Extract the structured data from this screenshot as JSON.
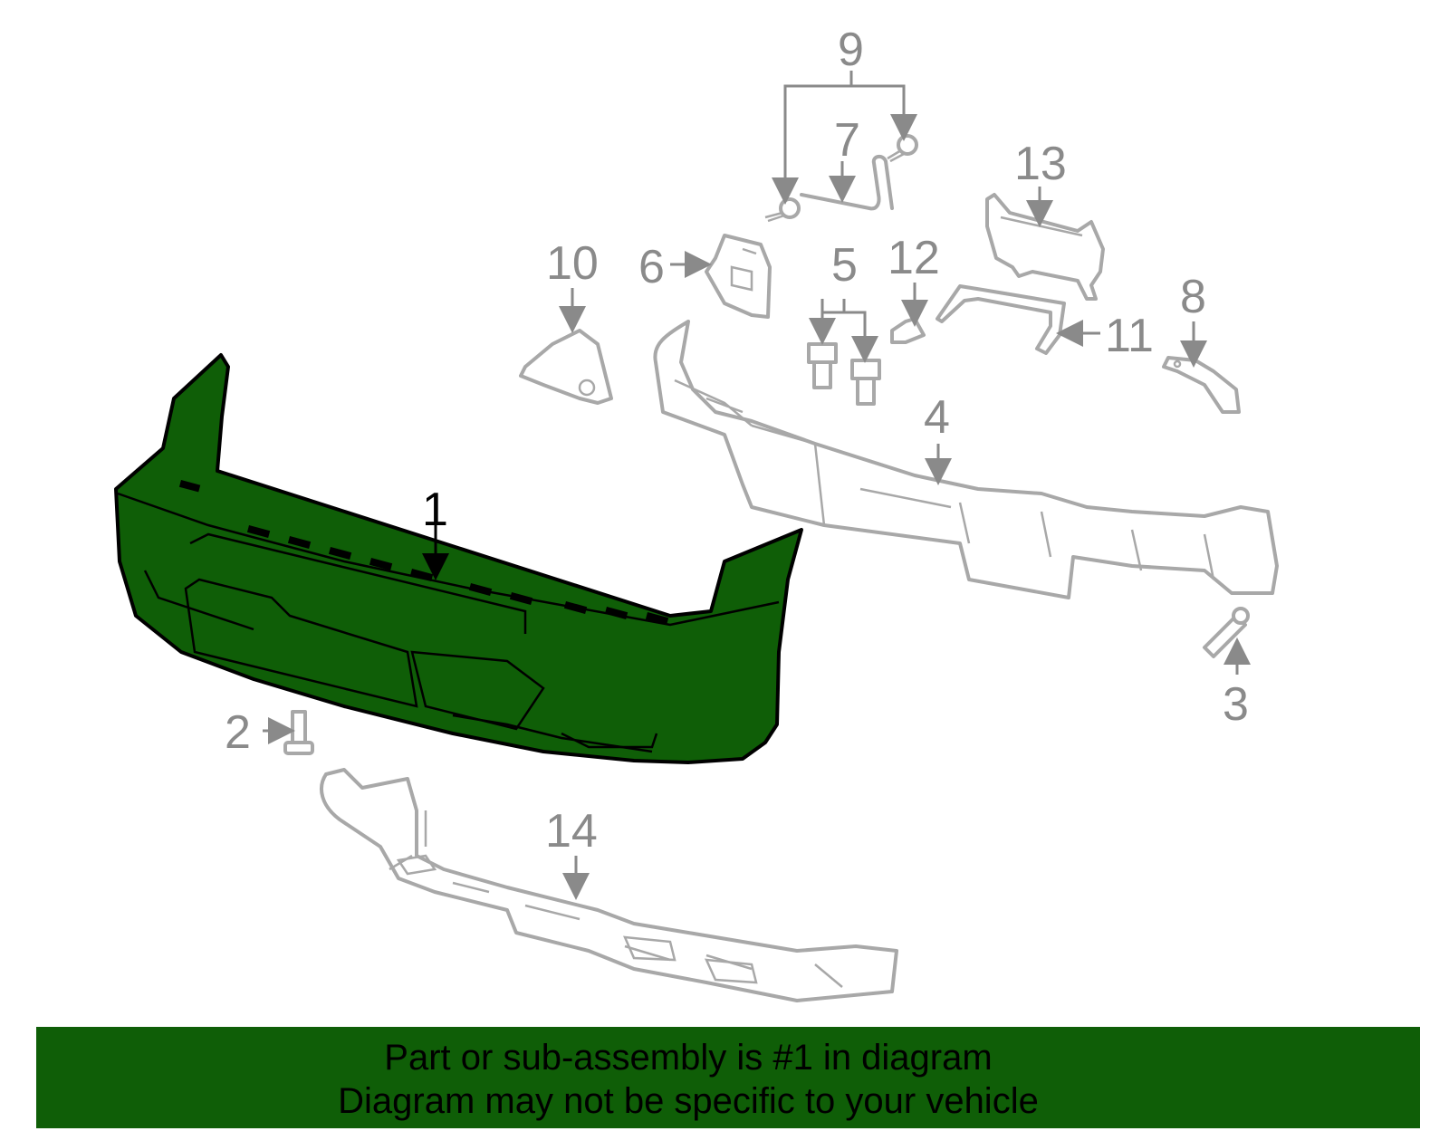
{
  "callouts": {
    "c1": "1",
    "c2": "2",
    "c3": "3",
    "c4": "4",
    "c5": "5",
    "c6": "6",
    "c7": "7",
    "c8": "8",
    "c9": "9",
    "c10": "10",
    "c11": "11",
    "c12": "12",
    "c13": "13",
    "c14": "14"
  },
  "colors": {
    "highlight": "#0f5e07",
    "outline": "#a8a8a8",
    "label": "#8a8a8a",
    "background": "#ffffff"
  },
  "banner": {
    "line1": "Part or sub-assembly is #1 in diagram",
    "line2": "Diagram may not be specific to your vehicle"
  }
}
